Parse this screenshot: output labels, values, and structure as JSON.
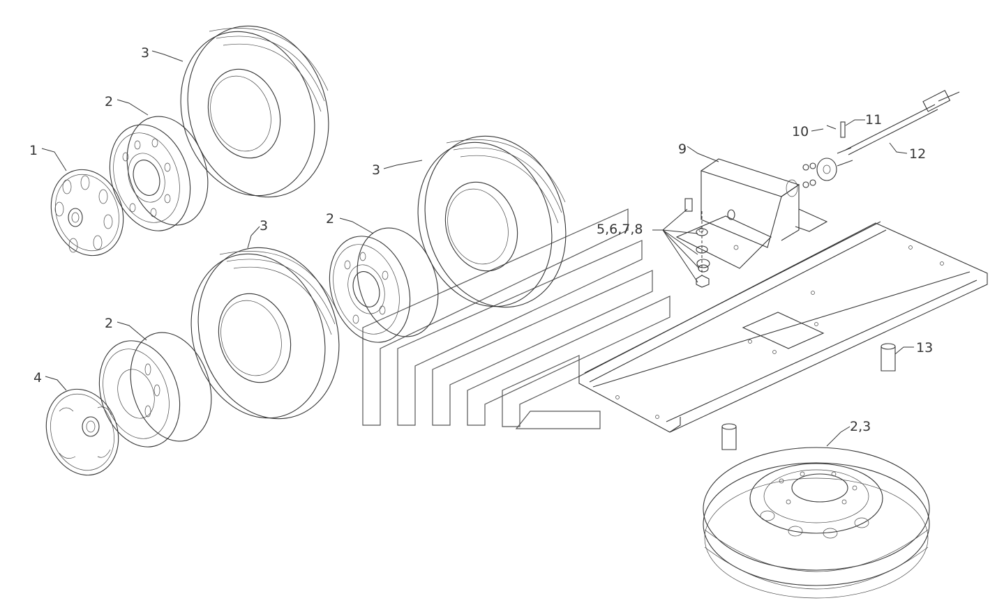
{
  "callouts": [
    {
      "id": "c1",
      "text": "1"
    },
    {
      "id": "c2a",
      "text": "2"
    },
    {
      "id": "c3a",
      "text": "3"
    },
    {
      "id": "c3b",
      "text": "3"
    },
    {
      "id": "c2b",
      "text": "2"
    },
    {
      "id": "c3c",
      "text": "3"
    },
    {
      "id": "c2c",
      "text": "2"
    },
    {
      "id": "c4",
      "text": "4"
    },
    {
      "id": "c9",
      "text": "9"
    },
    {
      "id": "c5678",
      "text": "5,6,7,8"
    },
    {
      "id": "c10",
      "text": "10"
    },
    {
      "id": "c11",
      "text": "11"
    },
    {
      "id": "c12",
      "text": "12"
    },
    {
      "id": "c13",
      "text": "13"
    },
    {
      "id": "c23",
      "text": "2,3"
    }
  ]
}
